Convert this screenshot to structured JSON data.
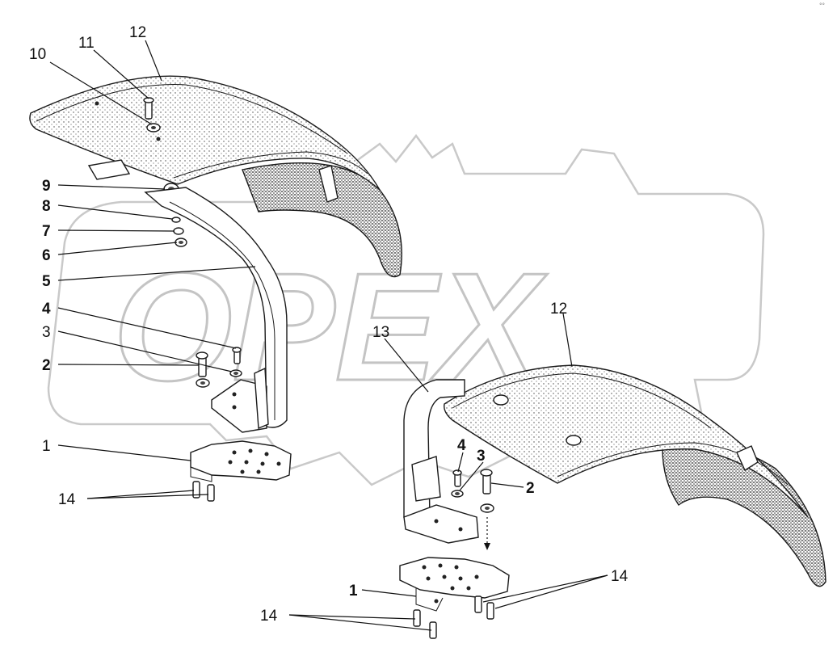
{
  "watermark": {
    "text": "OPEX"
  },
  "corner_mark": "°°",
  "callouts": {
    "left_12": "12",
    "left_11": "11",
    "left_10": "10",
    "left_9": "9",
    "left_8": "8",
    "left_7": "7",
    "left_6": "6",
    "left_5": "5",
    "left_4": "4",
    "left_3": "3",
    "left_2": "2",
    "left_1": "1",
    "left_14": "14",
    "right_12": "12",
    "right_13": "13",
    "right_4": "4",
    "right_3": "3",
    "right_2": "2",
    "right_14_top": "14",
    "right_1": "1",
    "right_14_bottom": "14"
  }
}
